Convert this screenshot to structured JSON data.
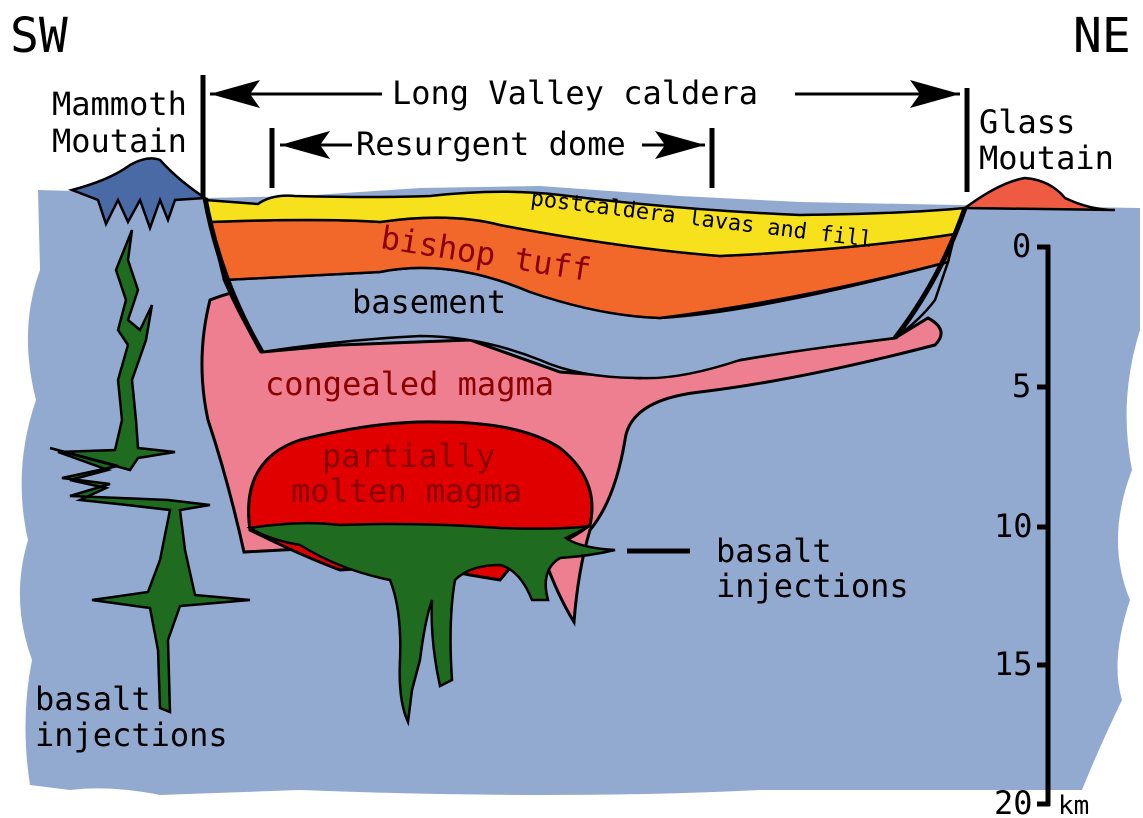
{
  "directions": {
    "left": "SW",
    "right": "NE"
  },
  "spans": {
    "caldera": "Long Valley caldera",
    "dome": "Resurgent dome"
  },
  "features": {
    "mammoth_line1": "Mammoth",
    "mammoth_line2": "Moutain",
    "glass_line1": "Glass",
    "glass_line2": "Moutain"
  },
  "layers": {
    "postcaldera": "postcaldera lavas and fill",
    "bishop": "bishop tuff",
    "basement": "basement",
    "congealed": "congealed magma",
    "partial_line1": "partially",
    "partial_line2": "molten magma"
  },
  "injections": {
    "right_line1": "basalt",
    "right_line2": "injections",
    "left_line1": "basalt",
    "left_line2": "injections"
  },
  "depth_scale": {
    "ticks": [
      "0",
      "5",
      "10",
      "15",
      "20"
    ],
    "unit": "km"
  },
  "colors": {
    "crust": "#92aad0",
    "yellow_fill": "#f7e11c",
    "bishop_tuff": "#f2682a",
    "congealed_magma": "#ee7f90",
    "molten_magma": "#e00000",
    "basalt": "#1f6b1f",
    "mammoth_mtn": "#4a6aa6",
    "glass_mtn": "#ee5a42"
  }
}
